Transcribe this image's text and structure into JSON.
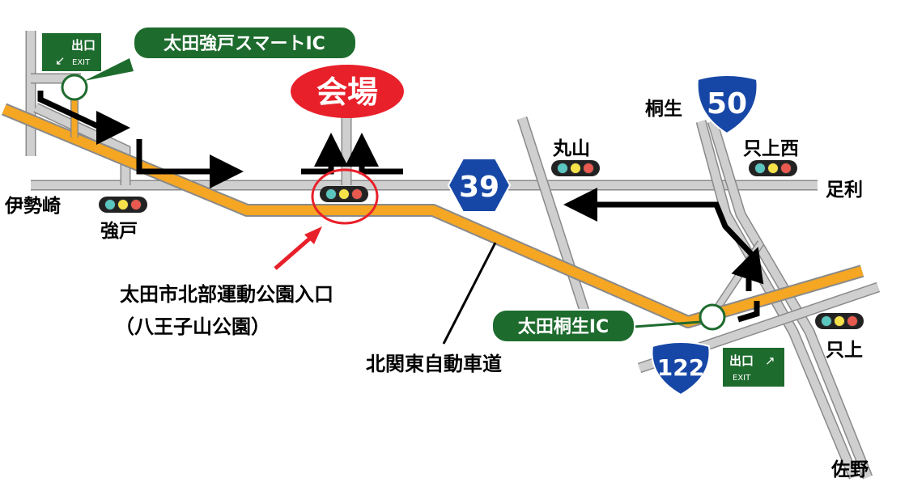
{
  "colors": {
    "road_gray": "#c8c8c8",
    "road_outline": "#8a8a8a",
    "expressway": "#f5a623",
    "expressway_outline": "#8a8a8a",
    "route_arrow": "#000000",
    "venue_red": "#e8202a",
    "ic_green": "#1e6b2e",
    "route_shield_blue": "#1747a6",
    "highlight_ring": "#e8202a"
  },
  "venue": {
    "label": "会場"
  },
  "interchanges": {
    "smart_ic": {
      "label": "太田強戸スマートIC"
    },
    "kiryu_ic": {
      "label": "太田桐生IC"
    }
  },
  "exit_signs": [
    {
      "id": "exit-west",
      "jp": "出口",
      "en": "EXIT",
      "arrow": "↙"
    },
    {
      "id": "exit-east",
      "jp": "出口",
      "en": "EXIT",
      "arrow": "↗"
    }
  ],
  "route_shields": {
    "r39": "39",
    "r50": "50",
    "r122": "122"
  },
  "places": {
    "isesaki": "伊勢崎",
    "goudo": "強戸",
    "maruyama": "丸山",
    "kiryu": "桐生",
    "tadakami_nishi": "只上西",
    "ashikaga": "足利",
    "tadakami": "只上",
    "sano": "佐野"
  },
  "callouts": {
    "park_entrance_line1": "太田市北部運動公園入口",
    "park_entrance_line2": "（八王子山公園）",
    "expressway_name": "北関東自動車道"
  },
  "traffic_lights": [
    {
      "id": "tl-goudo",
      "icon": "traffic-light-icon"
    },
    {
      "id": "tl-park",
      "icon": "traffic-light-icon"
    },
    {
      "id": "tl-maruyama",
      "icon": "traffic-light-icon"
    },
    {
      "id": "tl-tadakami-nishi",
      "icon": "traffic-light-icon"
    },
    {
      "id": "tl-tadakami",
      "icon": "traffic-light-icon"
    }
  ]
}
